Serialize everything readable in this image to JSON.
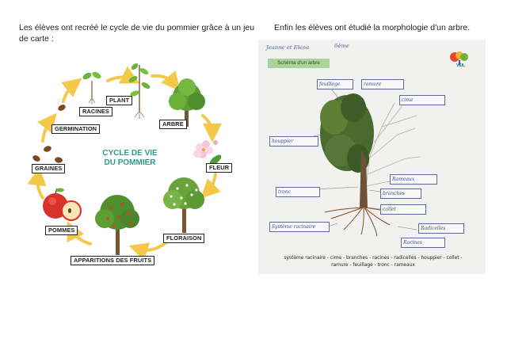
{
  "captions": {
    "left": "Les élèves ont recréé le cycle de vie du pommier grâce à un jeu de carte :",
    "right": "Enfin les élèves ont étudié la morphologie d'un arbre."
  },
  "cycle": {
    "title_line1": "CYCLE DE VIE",
    "title_line2": "DU POMMIER",
    "labels": {
      "plant": "PLANT",
      "racines": "RACINES",
      "germination": "GERMINATION",
      "arbre": "ARBRE",
      "graines": "GRAINES",
      "fleur": "FLEUR",
      "pommes": "POMMES",
      "floraison": "FLORAISON",
      "apparitions": "APPARITIONS DES FRUITS"
    },
    "colors": {
      "title": "#2f9a8e",
      "arrow": "#f4c84a",
      "leaf": "#6fb13a"
    }
  },
  "worksheet": {
    "names": "Jeanne et Elena",
    "class": "6ème",
    "title": "Schéma d'un arbre",
    "logo_text": "VEIL",
    "boxes": {
      "feuillage": "feuillage",
      "ramure": "ramure",
      "cime": "cime",
      "houppier": "houppier",
      "rameaux": "Rameaux",
      "tronc": "tronc",
      "branches": "branches",
      "collet": "collet",
      "systeme": "Système racinaire",
      "radicelles": "Radicelles",
      "racines": "Racines"
    },
    "words_line1": "système racinaire - cime - branches - racines - radicelles - houppier - collet -",
    "words_line2": "ramure - feuillage - tronc - rameaux"
  }
}
